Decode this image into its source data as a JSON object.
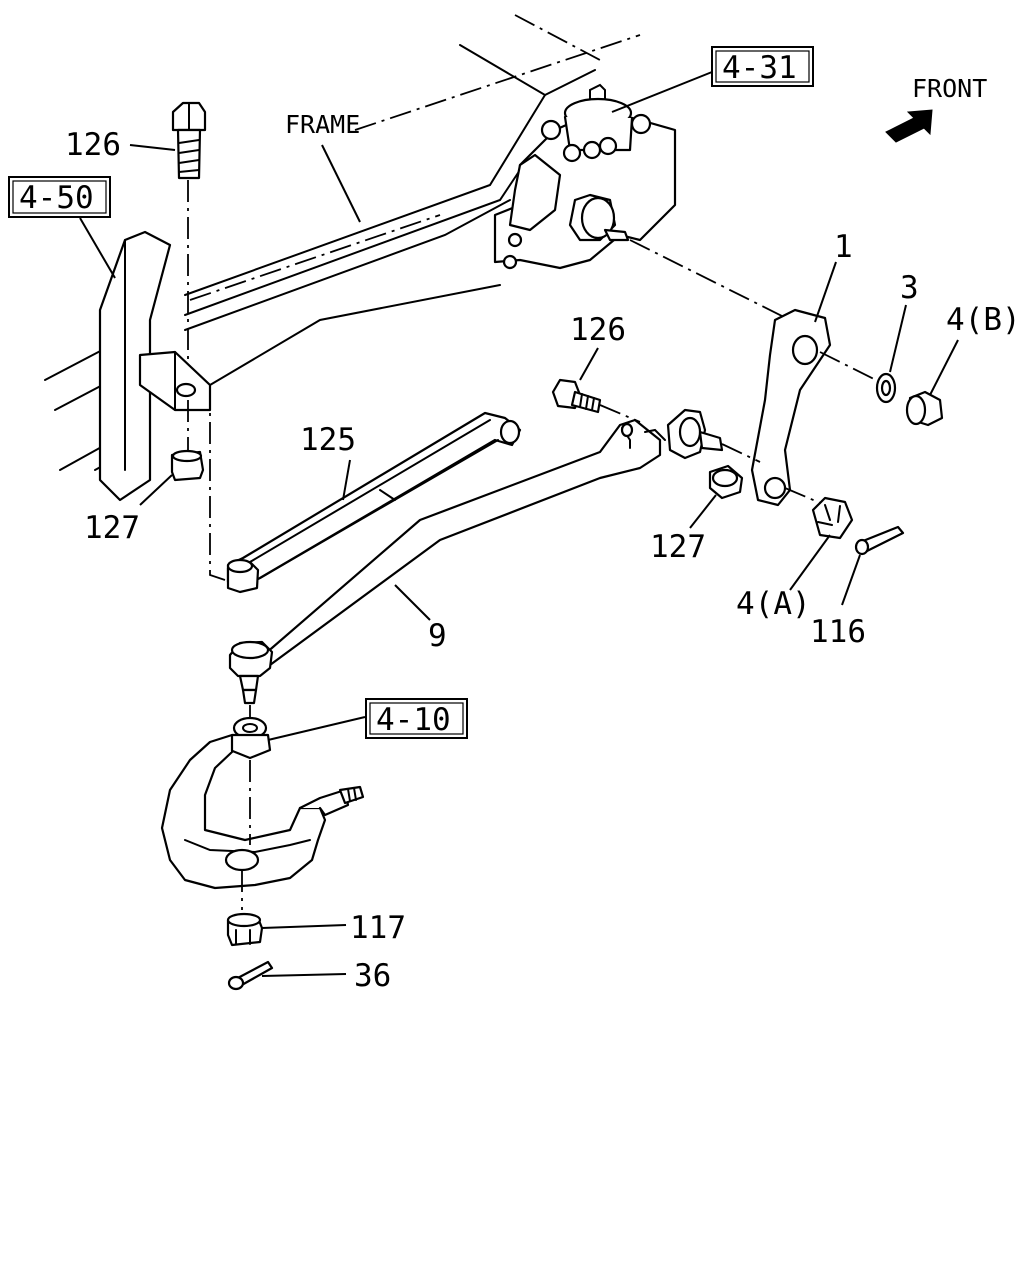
{
  "labels": {
    "front": "FRONT",
    "frame": "FRAME",
    "ref_4_31": "4-31",
    "ref_4_50": "4-50",
    "ref_4_10": "4-10",
    "part_126_top": "126",
    "part_126_mid": "126",
    "part_125": "125",
    "part_127_left": "127",
    "part_127_right": "127",
    "part_1": "1",
    "part_3": "3",
    "part_4b": "4(B)",
    "part_4a": "4(A)",
    "part_116": "116",
    "part_9": "9",
    "part_117": "117",
    "part_36": "36"
  }
}
